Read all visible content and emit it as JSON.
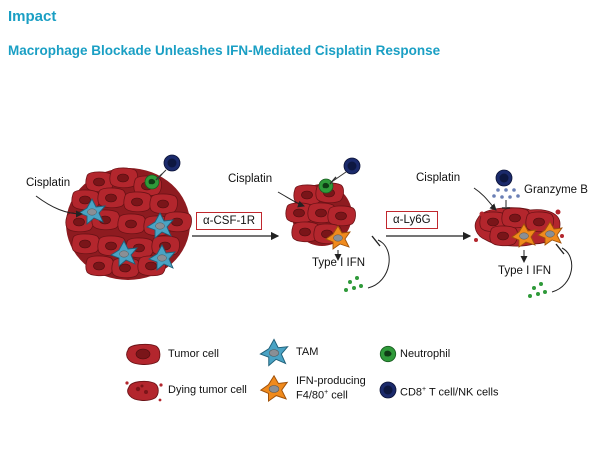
{
  "header": {
    "title": "Impact",
    "subtitle": "Macrophage Blockade Unleashes IFN-Mediated Cisplatin Response"
  },
  "panels": {
    "panel1": {
      "drug_label": "Cisplatin"
    },
    "panel2": {
      "drug_label": "Cisplatin",
      "signal_label": "Type I IFN"
    },
    "panel3": {
      "drug_label": "Cisplatin",
      "granzyme_label": "Granzyme B",
      "signal_label": "Type I IFN"
    }
  },
  "treatments": {
    "anti_csf1r": "α-CSF-1R",
    "anti_ly6g": "α-Ly6G"
  },
  "legend": {
    "tumor_cell": "Tumor cell",
    "dying_tumor_cell": "Dying tumor cell",
    "tam": "TAM",
    "ifn_cell_line1": "IFN-producing",
    "ifn_cell_line2": "F4/80",
    "ifn_cell_sup": "+",
    "ifn_cell_line2_suffix": " cell",
    "neutrophil": "Neutrophil",
    "cd8_prefix": "CD8",
    "cd8_sup": "+",
    "cd8_suffix": " T cell/NK cells"
  },
  "colors": {
    "title": "#1a9fc4",
    "tumor": "#b3262d",
    "tumor_dark": "#7a1519",
    "tam": "#4aa3c4",
    "ifn_cell": "#f08a1c",
    "neutrophil": "#2f9a3a",
    "tcell": "#1b2a6b",
    "treatment_box": "#c0272d"
  }
}
